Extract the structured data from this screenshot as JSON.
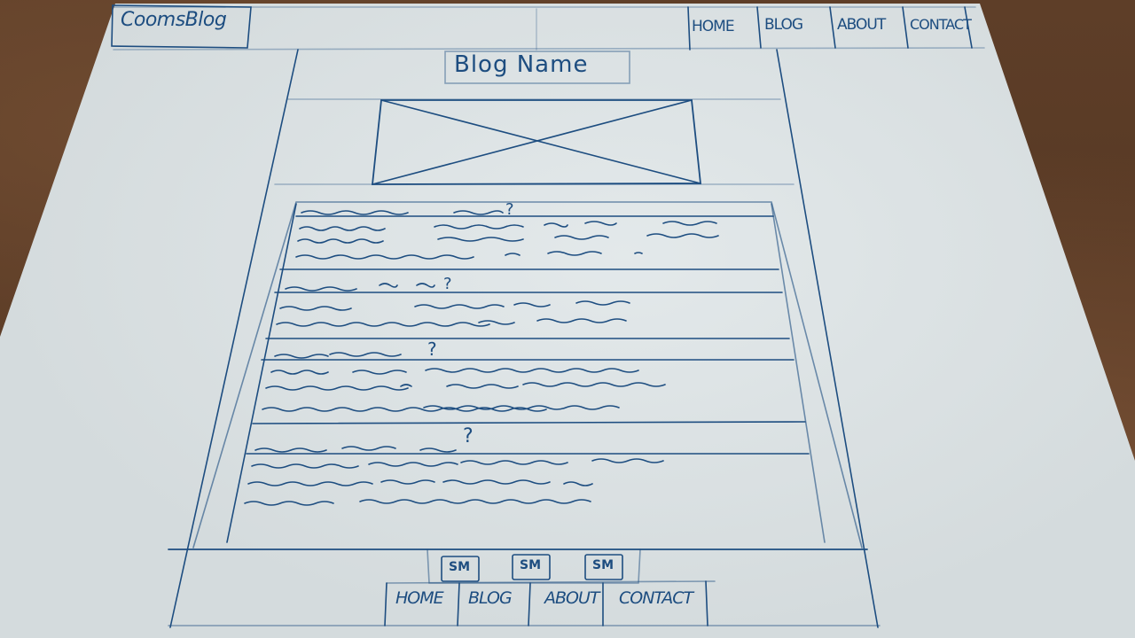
{
  "header": {
    "logo_text": "CoomsBlog",
    "nav": [
      "HOME",
      "BLOG",
      "ABOUT",
      "CONTACT"
    ]
  },
  "main": {
    "blog_name": "Blog Name",
    "hero_image_icon": "image-placeholder-icon",
    "posts": [
      {
        "title_marker": "?"
      },
      {
        "title_marker": "?"
      },
      {
        "title_marker": "?"
      },
      {
        "title_marker": "?"
      }
    ]
  },
  "footer": {
    "social": [
      "SM",
      "SM",
      "SM"
    ],
    "nav": [
      "HOME",
      "BLOG",
      "ABOUT",
      "CONTACT"
    ]
  },
  "colors": {
    "ink": "#1d4d80",
    "paper": "#dde4e6",
    "desk": "#5a3a25"
  }
}
